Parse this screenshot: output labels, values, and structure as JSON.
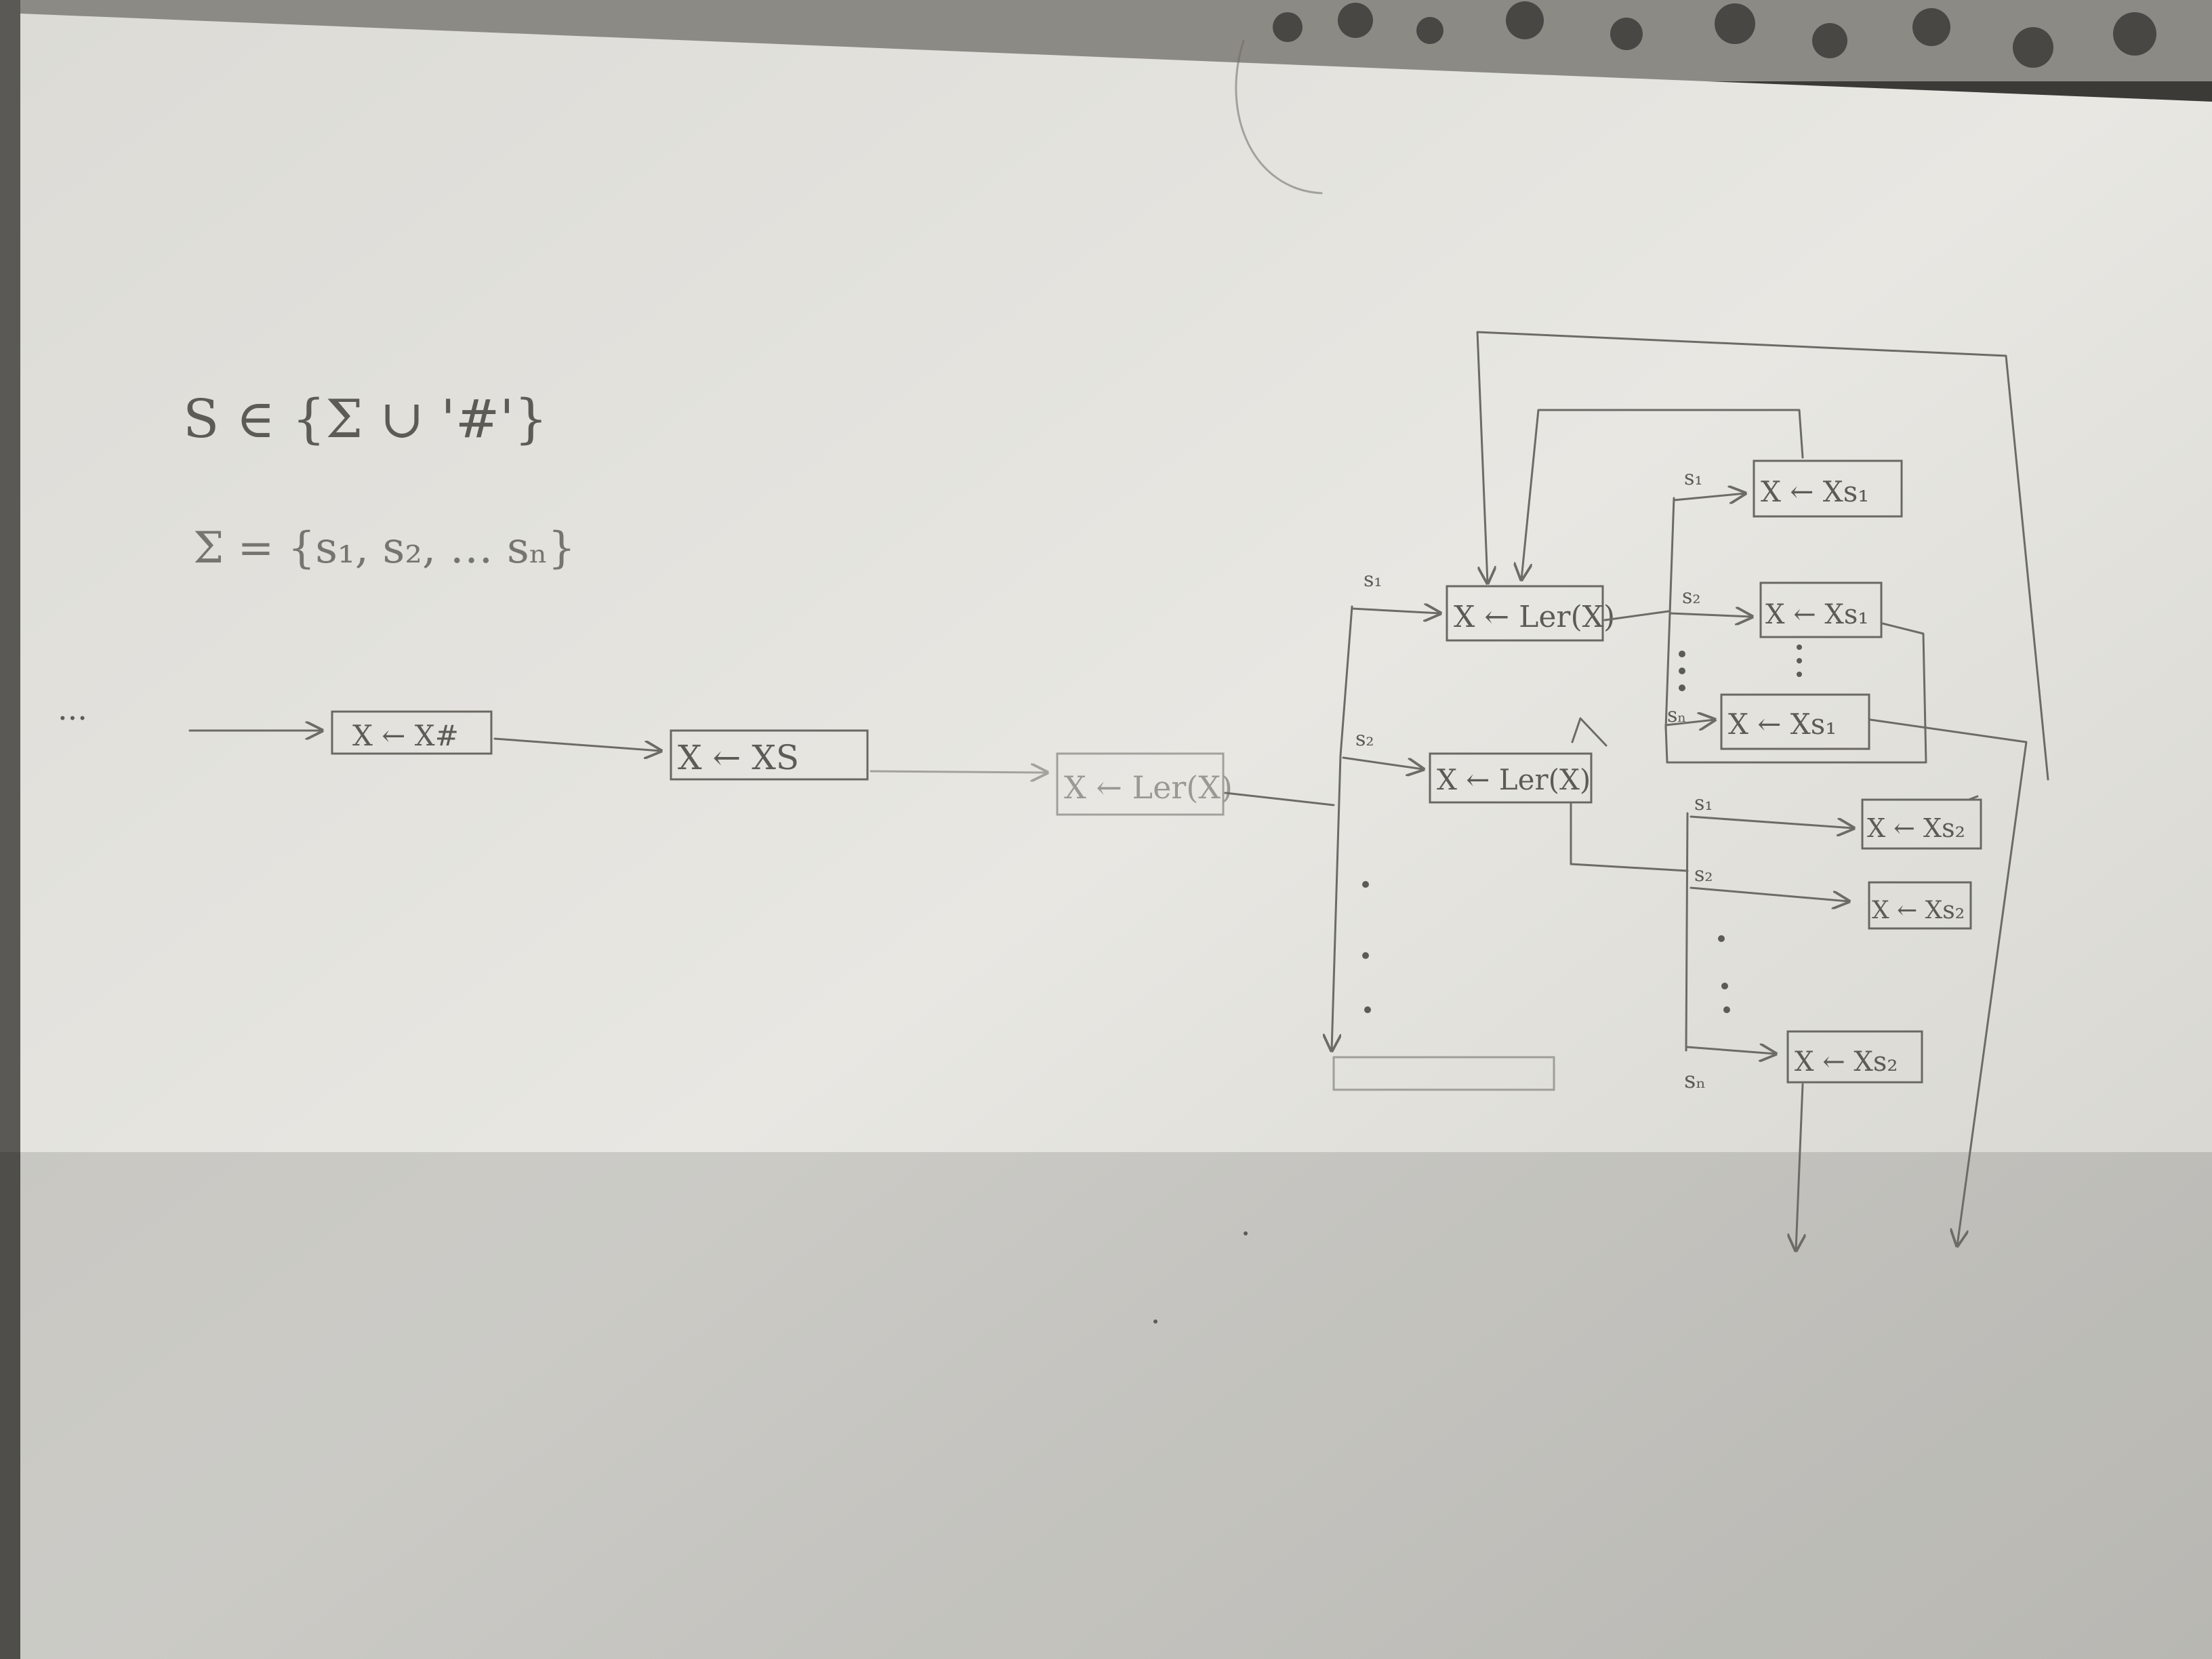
{
  "notation": {
    "line1": "S ∈ {Σ ∪ '#'}",
    "line2": "Σ = {s₁, s₂, … sₙ}"
  },
  "chain": {
    "ellipsis": "...",
    "box1": "X ← X#",
    "box2": "X ← XS",
    "box3": "X ← Ler(X)"
  },
  "branch_labels": {
    "s1": "s₁",
    "s2": "s₂",
    "sn": "sₙ"
  },
  "middle": {
    "box_s1": "X ← Ler(X)",
    "box_s2": "X ← Ler(X)"
  },
  "right_top": {
    "box1": "X ← Xs₁",
    "box2": "X ← Xs₁",
    "box3": "X ← Xs₁"
  },
  "right_bottom": {
    "box1": "X ← Xs₂",
    "box2": "X ← Xs₂",
    "box3": "X ← Xs₂"
  },
  "colors": {
    "paper": "#e6e5e0",
    "pencil": "#5d5b55",
    "background": "#3b3a37"
  }
}
